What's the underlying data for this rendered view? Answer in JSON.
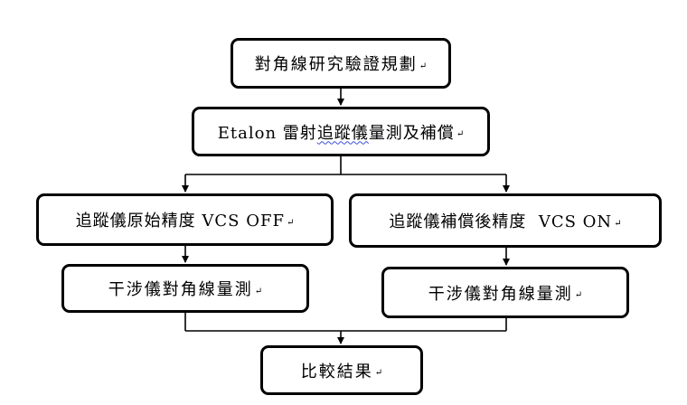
{
  "nodes": {
    "plan": "對角線研究驗證規劃",
    "etalon_prefix": "Etalon 雷射",
    "etalon_underlined": "追蹤儀",
    "etalon_suffix": "量測及補償",
    "left_precision": "追蹤儀原始精度 VCS OFF",
    "right_precision": "追蹤儀補償後精度  VCS ON",
    "left_interferometer": "干涉儀對角線量測",
    "right_interferometer": "干涉儀對角線量測",
    "result": "比較結果"
  },
  "paragraph_mark": "↵"
}
